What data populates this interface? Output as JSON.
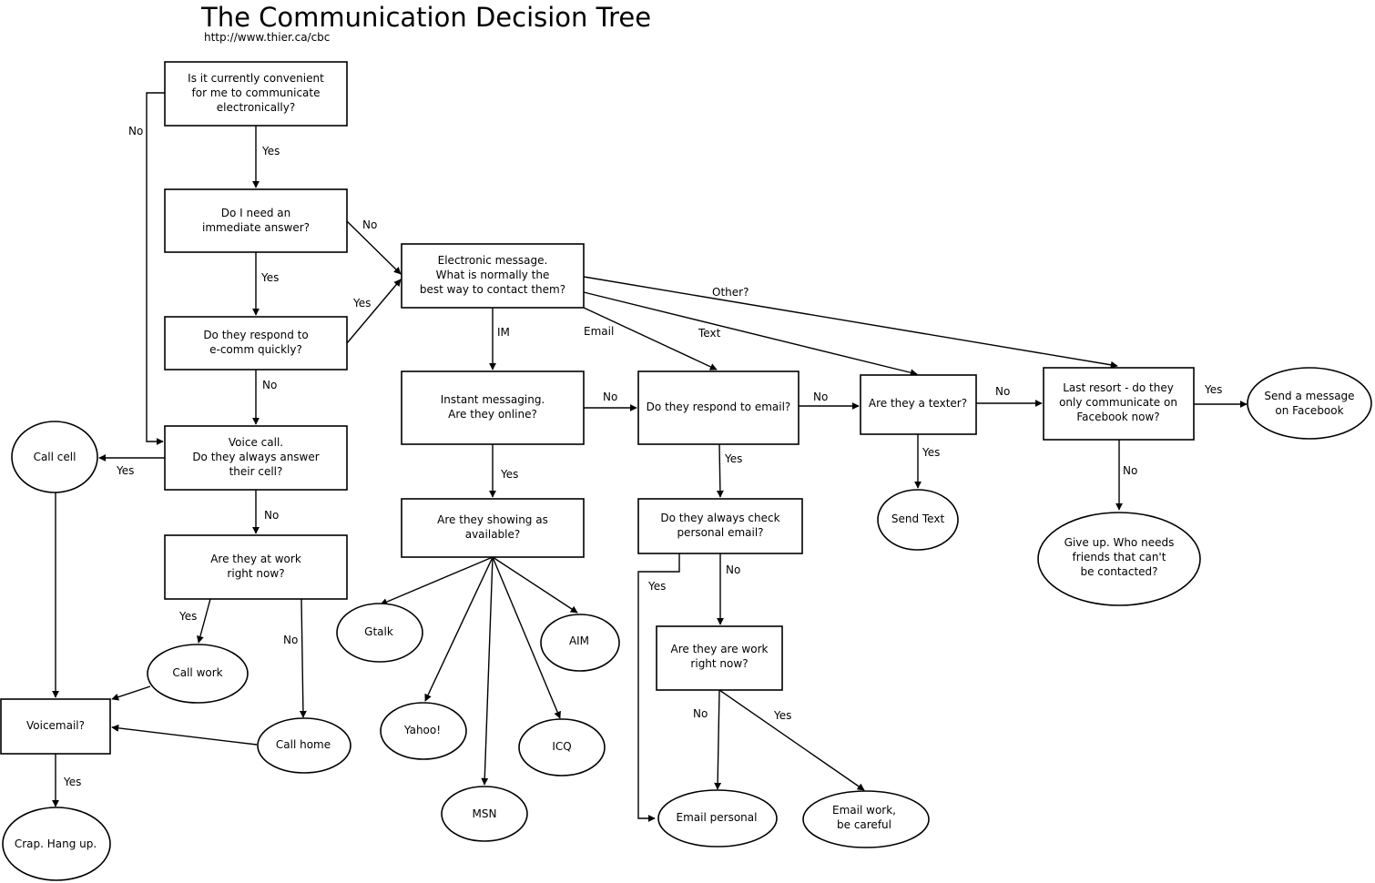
{
  "header": {
    "title": "The Communication Decision Tree",
    "subtitle": "http://www.thier.ca/cbc"
  },
  "nodes": {
    "convenient": [
      "Is it currently convenient",
      "for me to communicate",
      "electronically?"
    ],
    "immediate": [
      "Do I need an",
      "immediate answer?"
    ],
    "respond_ecomm": [
      "Do they respond to",
      "e-comm quickly?"
    ],
    "voice_call": [
      "Voice call.",
      "Do they always answer",
      "their cell?"
    ],
    "at_work": [
      "Are they at work",
      "right now?"
    ],
    "call_cell": [
      "Call cell"
    ],
    "call_work": [
      "Call work"
    ],
    "call_home": [
      "Call home"
    ],
    "voicemail": [
      "Voicemail?"
    ],
    "hang_up": [
      "Crap.  Hang up."
    ],
    "electronic": [
      "Electronic message.",
      "What is normally the",
      "best way to contact them?"
    ],
    "instant_msg": [
      "Instant messaging.",
      "Are they online?"
    ],
    "showing_available": [
      "Are they showing as",
      "available?"
    ],
    "gtalk": [
      "Gtalk"
    ],
    "yahoo": [
      "Yahoo!"
    ],
    "msn": [
      "MSN"
    ],
    "icq": [
      "ICQ"
    ],
    "aim": [
      "AIM"
    ],
    "respond_email": [
      "Do they respond to email?"
    ],
    "check_personal": [
      "Do they always check",
      "personal email?"
    ],
    "are_work": [
      "Are they are work",
      "right now?"
    ],
    "email_personal": [
      "Email personal"
    ],
    "email_work": [
      "Email work,",
      "be careful"
    ],
    "texter": [
      "Are they a texter?"
    ],
    "send_text": [
      "Send Text"
    ],
    "last_resort": [
      "Last resort - do they",
      "only communicate on",
      "Facebook now?"
    ],
    "facebook": [
      "Send a message",
      "on Facebook"
    ],
    "give_up": [
      "Give up.  Who needs",
      "friends that can't",
      "be contacted?"
    ]
  },
  "edge_labels": {
    "convenient_no": "No",
    "convenient_yes": "Yes",
    "immediate_no": "No",
    "immediate_yes": "Yes",
    "respond_ecomm_yes": "Yes",
    "respond_ecomm_no": "No",
    "voice_yes": "Yes",
    "voice_no": "No",
    "at_work_yes": "Yes",
    "at_work_no": "No",
    "voicemail_yes": "Yes",
    "electronic_im": "IM",
    "electronic_email": "Email",
    "electronic_text": "Text",
    "electronic_other": "Other?",
    "instant_no": "No",
    "instant_yes": "Yes",
    "respond_email_no": "No",
    "respond_email_yes": "Yes",
    "check_personal_yes": "Yes",
    "check_personal_no": "No",
    "are_work_no": "No",
    "are_work_yes": "Yes",
    "texter_no": "No",
    "texter_yes": "Yes",
    "last_resort_yes": "Yes",
    "last_resort_no": "No"
  }
}
